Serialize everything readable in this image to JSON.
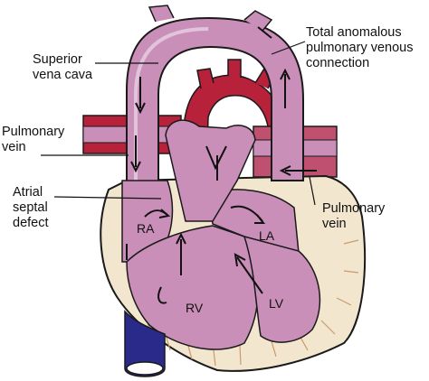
{
  "labels": {
    "superior_vena_cava": [
      "Superior",
      "vena cava"
    ],
    "tapvc": [
      "Total anomalous",
      "pulmonary venous",
      "connection"
    ],
    "pulmonary_vein_left": [
      "Pulmonary",
      "vein"
    ],
    "atrial_septal_defect": [
      "Atrial",
      "septal",
      "defect"
    ],
    "pulmonary_vein_right": [
      "Pulmonary",
      "vein"
    ]
  },
  "chambers": {
    "ra": "RA",
    "la": "LA",
    "rv": "RV",
    "lv": "LV"
  },
  "colors": {
    "oxygenated": "#b8213a",
    "mixed": "#c98fb8",
    "mixed_light": "#e2c3dc",
    "venous": "#2a2a8a",
    "myocardium": "#f3e6cf",
    "outline": "#1a1a1a"
  }
}
